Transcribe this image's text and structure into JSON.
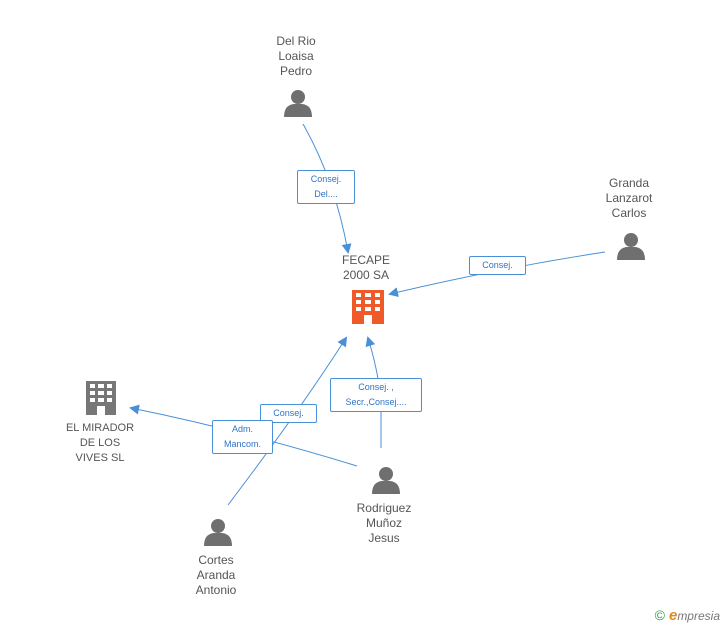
{
  "nodes": {
    "delrio": {
      "label": "Del Rio\nLoaisa\nPedro",
      "type": "person"
    },
    "granda": {
      "label": "Granda\nLanzarot\nCarlos",
      "type": "person"
    },
    "fecape": {
      "label": "FECAPE\n2000 SA",
      "type": "company-main"
    },
    "mirador": {
      "label": "EL MIRADOR\nDE LOS\nVIVES SL",
      "type": "company"
    },
    "cortes": {
      "label": "Cortes\nAranda\nAntonio",
      "type": "person"
    },
    "rodriguez": {
      "label": "Rodriguez\nMuñoz\nJesus",
      "type": "person"
    }
  },
  "edges": {
    "delrio_fecape": "Consej.\nDel....",
    "granda_fecape": "Consej.",
    "rodriguez_fecape": "Consej. ,\nSecr.,Consej....",
    "cortes_fecape": "Consej.",
    "cortes_mirador": "Adm.\nMancom."
  },
  "colors": {
    "edge": "#4a90d9",
    "person_icon": "#6f6f6f",
    "company_main_icon": "#f05a28",
    "company_icon": "#777777"
  },
  "footer": {
    "copyright": "©",
    "brand_initial": "e",
    "brand_rest": "mpresia"
  }
}
